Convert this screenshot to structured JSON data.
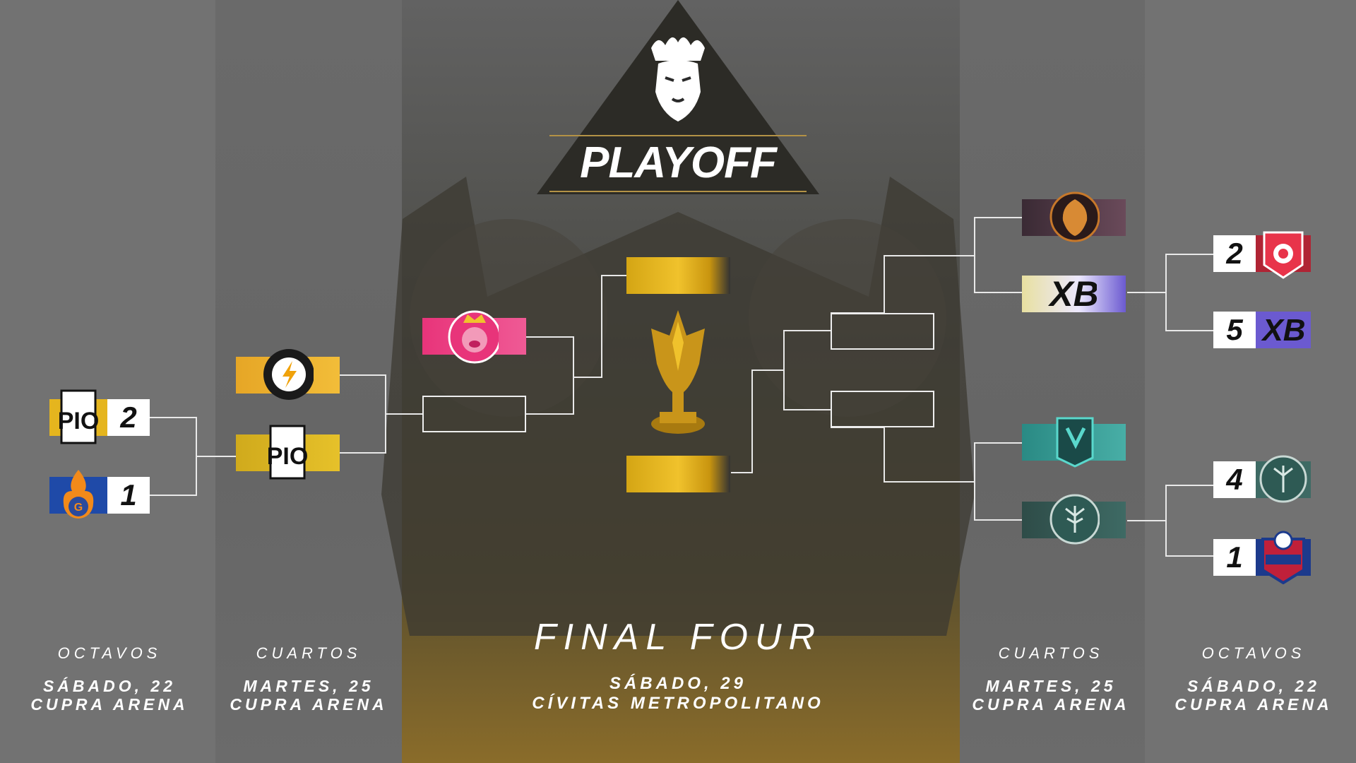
{
  "header": {
    "title": "PLAYOFF"
  },
  "final": {
    "title": "FINAL FOUR",
    "date": "SÁBADO, 29",
    "venue": "CÍVITAS METROPOLITANO"
  },
  "rounds": {
    "left_octavos": {
      "label": "OCTAVOS",
      "date": "SÁBADO, 22",
      "venue": "CUPRA ARENA"
    },
    "left_cuartos": {
      "label": "CUARTOS",
      "date": "MARTES, 25",
      "venue": "CUPRA ARENA"
    },
    "right_cuartos": {
      "label": "CUARTOS",
      "date": "MARTES, 25",
      "venue": "CUPRA ARENA"
    },
    "right_octavos": {
      "label": "OCTAVOS",
      "date": "SÁBADO, 22",
      "venue": "CUPRA ARENA"
    }
  },
  "matches": {
    "left_oct_1": {
      "team_a": {
        "logo": "pio-fc-logo",
        "score": "2"
      },
      "team_b": {
        "logo": "saiyans-fc-logo",
        "score": "1"
      }
    },
    "right_oct_1": {
      "team_a": {
        "logo": "aniquiladoras-logo",
        "score": "2"
      },
      "team_b": {
        "logo": "xbuyer-logo",
        "score": "5"
      }
    },
    "right_oct_2": {
      "team_a": {
        "logo": "las-troncas-logo",
        "score": "4"
      },
      "team_b": {
        "logo": "jijantas-fc-logo",
        "score": "1"
      }
    }
  },
  "colors": {
    "gold": "#f0c22c",
    "pink": "#e8347a",
    "purple": "#5a4aa8",
    "teal": "#3a9c94",
    "navy": "#1c3a8c",
    "crimson": "#c0203a"
  }
}
